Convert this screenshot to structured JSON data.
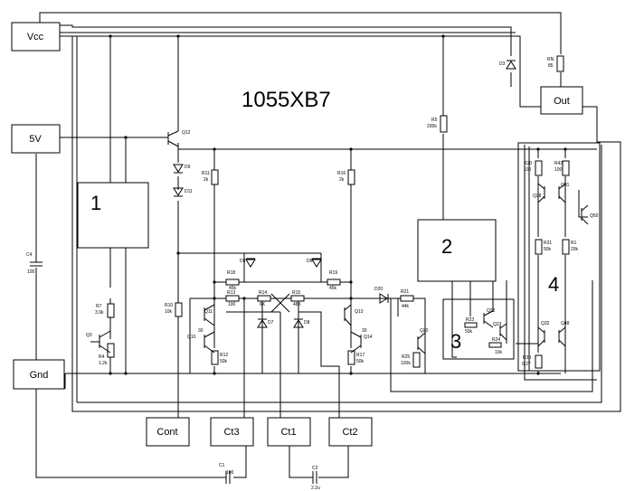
{
  "title": "1055XB7",
  "terminals": {
    "vcc": "Vcc",
    "v5": "5V",
    "gnd": "Gnd",
    "out": "Out",
    "cont": "Cont",
    "ct3": "Ct3",
    "ct1": "Ct1",
    "ct2": "Ct2"
  },
  "blocks": {
    "b1": "1",
    "b2": "2",
    "b3": "3",
    "b4": "4"
  },
  "components": {
    "q12": "Q12",
    "d9": "D9",
    "d11": "D11",
    "r11": "R11",
    "r11v": "2k",
    "r16": "R16",
    "r16v": "2k",
    "r5": "R5",
    "r5v": "200k",
    "d3": "D3",
    "rn": "RN",
    "rnv": "85",
    "c4": "C4",
    "c4v": "100",
    "r7": "R7",
    "r7v": "3.9k",
    "q3": "Q3",
    "r4": "R4",
    "r4v": "1.2k",
    "r10": "R10",
    "r10v": "10k",
    "r18": "R18",
    "r18v": "45k",
    "r13": "R13",
    "r13v": "100",
    "d5": "D5",
    "d6": "D6",
    "r19": "R19",
    "r19v": "45k",
    "r14": "R14",
    "r14v": "6K",
    "r15": "R15",
    "r15v": "48K",
    "d7": "D7",
    "d8": "D8",
    "q11": "Q11",
    "q13": "Q13",
    "q10": "Q10",
    "q14": "Q14",
    "r12": "R12",
    "r12v": "50k",
    "r17": "R17",
    "r17v": "50k",
    "d20": "D20",
    "r21": "R21",
    "r21v": "44k",
    "q20": "Q20",
    "r25": "R25",
    "r25v": "100k",
    "r23": "R23",
    "r23v": "50k",
    "q22": "Q22",
    "q23": "Q23",
    "r24": "R24",
    "r24v": "10k",
    "r20": "R20",
    "r20v": "100",
    "r43": "R43",
    "r43v": "100",
    "q28": "Q28",
    "q31": "Q31",
    "q50": "Q50",
    "r31": "R31",
    "r31v": "50k",
    "r1": "R1",
    "r1v": "20k",
    "q32": "Q32",
    "q48": "Q48",
    "r30": "R30",
    "r30v": "0.27",
    "c1": "C1",
    "c1v": "100",
    "c2": "C2",
    "c2v": "2.2u",
    "x30": "30",
    "x30b": "30"
  }
}
